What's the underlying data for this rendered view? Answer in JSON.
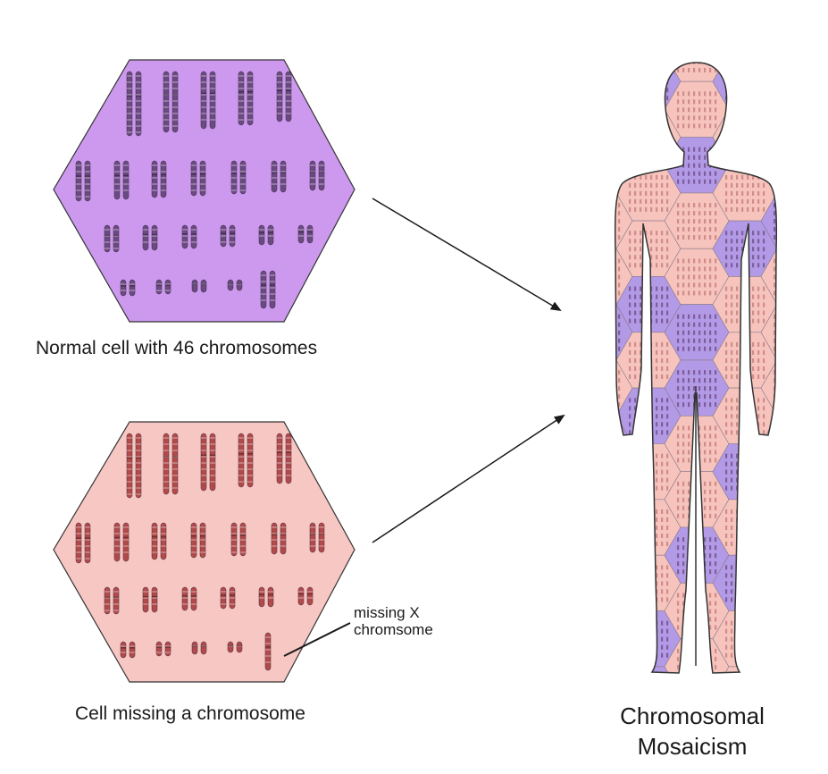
{
  "normal_cell": {
    "caption": "Normal cell with 46 chromosomes",
    "fill": "#cc99ee",
    "chromosome_color": "#6b4a82"
  },
  "abnormal_cell": {
    "caption": "Cell missing a chromosome",
    "fill": "#f7c7c3",
    "chromosome_color": "#b34a4a",
    "annotation_line1": "missing X",
    "annotation_line2": "chromsome"
  },
  "mosaic": {
    "title_line1": "Chromosomal",
    "title_line2": "Mosaicism",
    "purple_patch": "#b39ae6",
    "pink_patch": "#f7c4bd"
  }
}
